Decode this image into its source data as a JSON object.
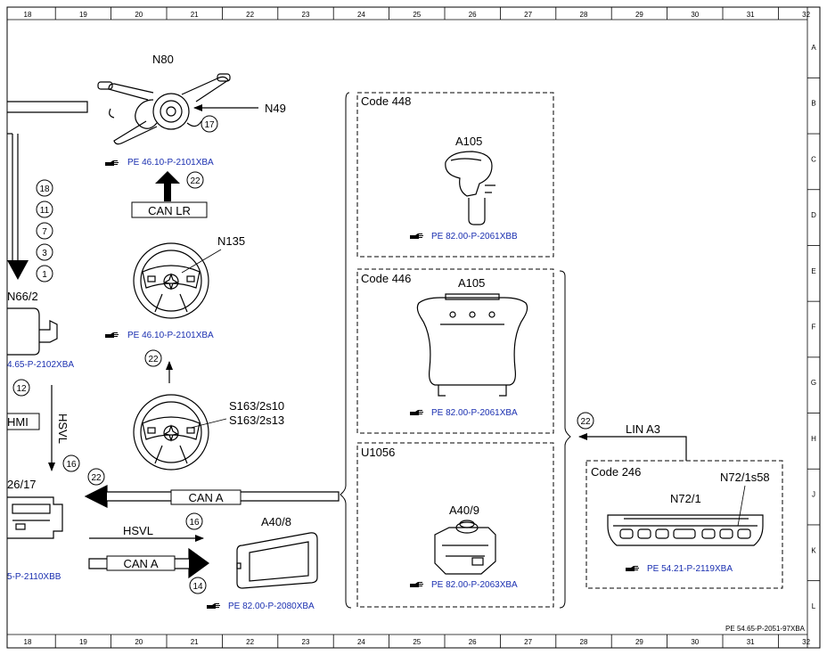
{
  "grid": {
    "columns": [
      "18",
      "19",
      "20",
      "21",
      "22",
      "23",
      "24",
      "25",
      "26",
      "27",
      "28",
      "29",
      "30",
      "31",
      "32"
    ],
    "rows": [
      "A",
      "B",
      "C",
      "D",
      "E",
      "F",
      "G",
      "H",
      "J",
      "K",
      "L"
    ]
  },
  "labels": {
    "n80": "N80",
    "n49": "N49",
    "n135": "N135",
    "s163": "S163/2s10",
    "s163b": "S163/2s13",
    "n66": "N66/2",
    "n26": "26/17",
    "hmi": "HMI",
    "a408": "A40/8",
    "code448": "Code 448",
    "code446": "Code 446",
    "u1056": "U1056",
    "a105a": "A105",
    "a105b": "A105",
    "a409": "A40/9",
    "code246": "Code 246",
    "n721": "N72/1",
    "n72s": "N72/1s58"
  },
  "bus_labels": {
    "can_lr": "CAN LR",
    "can_a_1": "CAN A",
    "can_a_2": "CAN A",
    "hsvl_1": "HSVL",
    "hsvl_2": "HSVL",
    "lin_a3": "LIN A3"
  },
  "circles": {
    "c17": "17",
    "c22a": "22",
    "c18": "18",
    "c11": "11",
    "c7": "7",
    "c3": "3",
    "c1": "1",
    "c22b": "22",
    "c12": "12",
    "c16a": "16",
    "c22c": "22",
    "c16b": "16",
    "c14": "14",
    "c22d": "22"
  },
  "refs": {
    "r1": "PE 46.10-P-2101XBA",
    "r2": "PE 46.10-P-2101XBA",
    "r3": "4.65-P-2102XBA",
    "r4": "5-P-2110XBB",
    "r5": "PE 82.00-P-2080XBA",
    "r6": "PE 82.00-P-2061XBB",
    "r7": "PE 82.00-P-2061XBA",
    "r8": "PE 82.00-P-2063XBA",
    "r9": "PE 54.21-P-2119XBA"
  },
  "footer": "PE 54.65-P-2051-97XBA"
}
